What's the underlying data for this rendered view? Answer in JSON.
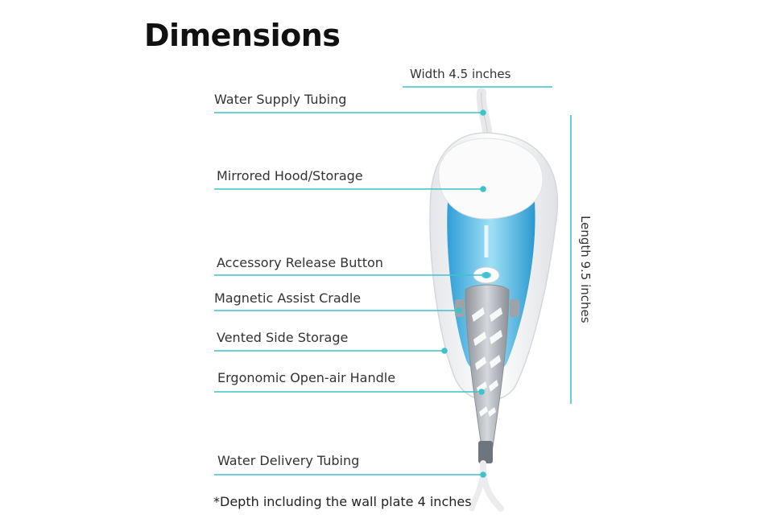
{
  "title": "Dimensions",
  "width_label": "Width 4.5 inches",
  "length_label": "Length 9.5 inches",
  "labels": [
    {
      "key": "supply",
      "text": "Water Supply Tubing"
    },
    {
      "key": "hood",
      "text": "Mirrored Hood/Storage"
    },
    {
      "key": "release",
      "text": "Accessory Release Button"
    },
    {
      "key": "cradle",
      "text": "Magnetic Assist Cradle"
    },
    {
      "key": "vented",
      "text": "Vented Side Storage"
    },
    {
      "key": "handle",
      "text": "Ergonomic Open-air Handle"
    },
    {
      "key": "delivery",
      "text": "Water Delivery Tubing"
    }
  ],
  "footnote": "*Depth including the wall plate 4 inches",
  "colors": {
    "accent": "#3cc3cc",
    "shell": "#f1f2f4",
    "inner": "#4ab8e4",
    "handle": "#a9adb3"
  }
}
